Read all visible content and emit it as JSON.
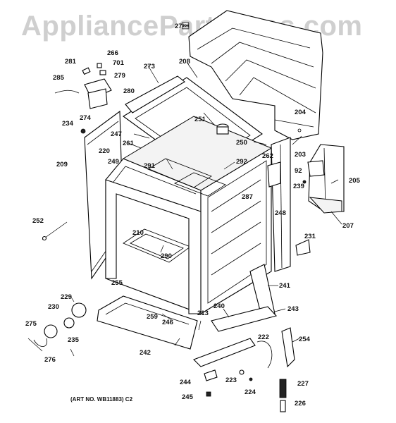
{
  "watermark": "AppliancePartsPros.com",
  "art_number": "(ART NO. WB11883)  C2",
  "callouts": {
    "c266": "266",
    "c701": "701",
    "c281": "281",
    "c279": "279",
    "c285": "285",
    "c280": "280",
    "c274": "274",
    "c234": "234",
    "c273": "273",
    "c208": "208",
    "c247": "247",
    "c261": "261",
    "c220": "220",
    "c209": "209",
    "c249": "249",
    "c251": "251",
    "c250": "250",
    "c291": "291",
    "c292": "292",
    "c262": "262",
    "c204": "204",
    "c203": "203",
    "c92": "92",
    "c239": "239",
    "c205": "205",
    "c287": "287",
    "c248": "248",
    "c207": "207",
    "c252": "252",
    "c210": "210",
    "c290": "290",
    "c231": "231",
    "c241": "241",
    "c255": "255",
    "c229": "229",
    "c230": "230",
    "c259": "259",
    "c246": "246",
    "c213": "213",
    "c240": "240",
    "c243": "243",
    "c275": "275",
    "c235": "235",
    "c276": "276",
    "c242": "242",
    "c222": "222",
    "c254": "254",
    "c244": "244",
    "c223": "223",
    "c224": "224",
    "c227": "227",
    "c245": "245",
    "c226": "226",
    "c270": "27\u0001"
  }
}
